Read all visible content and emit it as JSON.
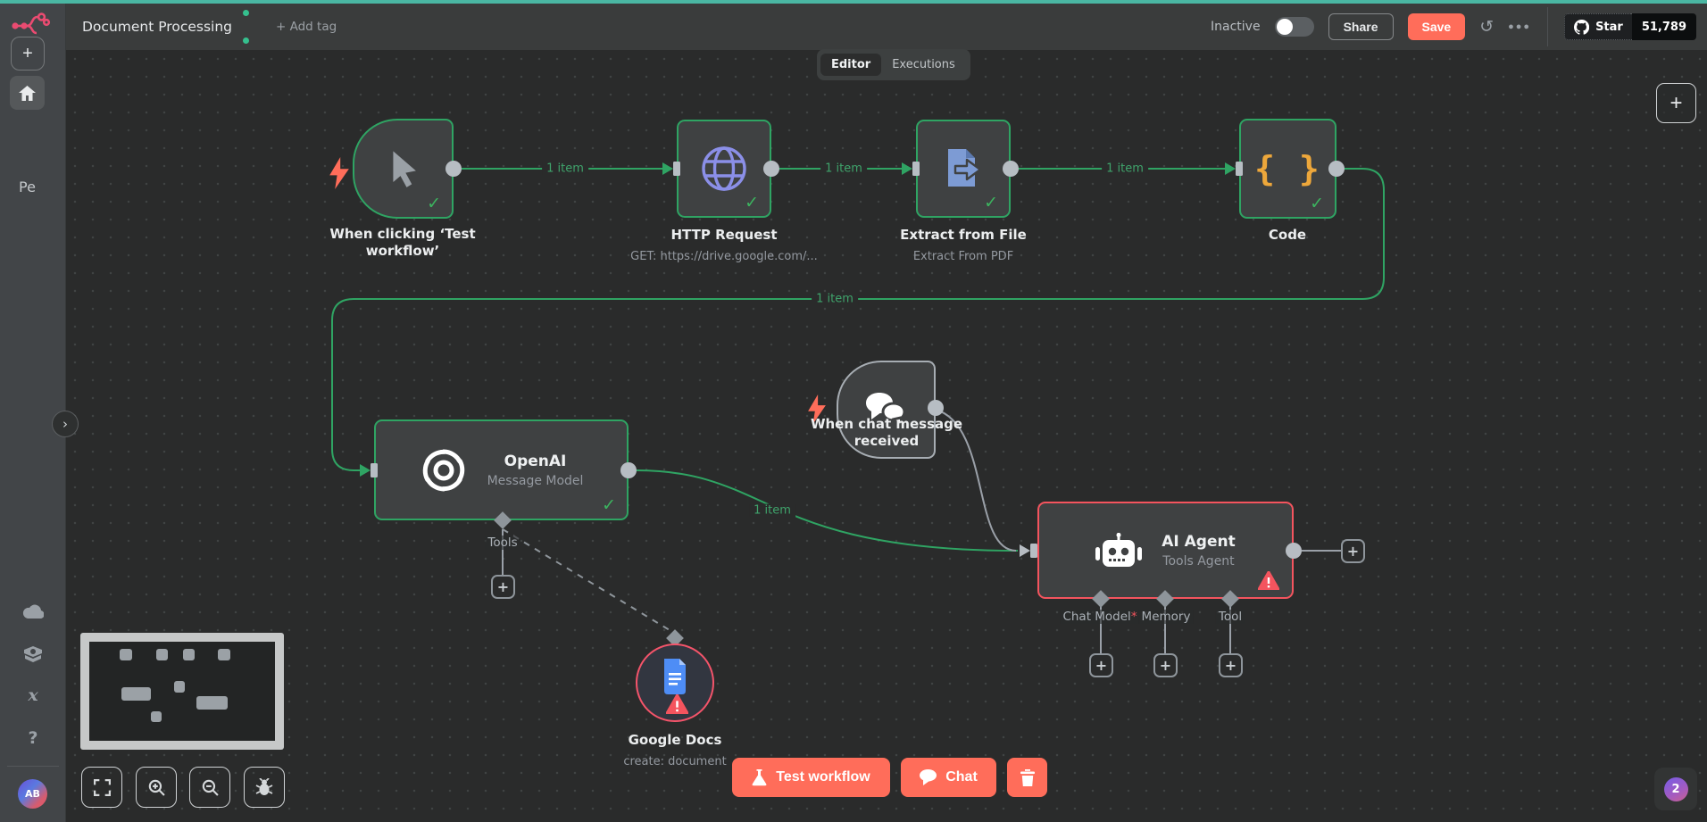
{
  "colors": {
    "accent_teal": "#4ab7a3",
    "primary_salmon": "#ff6d5a",
    "success_green": "#2fa463",
    "error_red": "#f4545e",
    "globe_purple": "#8b8fe8",
    "braces_orange": "#eda73b",
    "docs_blue": "#4e8df6"
  },
  "topbar": {
    "title": "Document Processing",
    "add_tag": "+ Add tag",
    "status_label": "Inactive",
    "share": "Share",
    "save": "Save",
    "github_star": "Star",
    "github_count": "51,789"
  },
  "tabs": {
    "editor": "Editor",
    "executions": "Executions"
  },
  "sidebar": {
    "project": "Pe",
    "avatar_initials": "AB"
  },
  "nodes": {
    "manual_trigger": {
      "name": "When clicking ‘Test workflow’"
    },
    "http": {
      "name": "HTTP Request",
      "subtitle": "GET: https://drive.google.com/..."
    },
    "extract": {
      "name": "Extract from File",
      "subtitle": "Extract From PDF"
    },
    "code": {
      "name": "Code"
    },
    "openai": {
      "name": "OpenAI",
      "subtitle": "Message Model"
    },
    "chat_trigger": {
      "name": "When chat message received"
    },
    "agent": {
      "name": "AI Agent",
      "subtitle": "Tools Agent"
    },
    "gdocs": {
      "name": "Google Docs",
      "subtitle": "create: document"
    }
  },
  "edges": {
    "label": "1 item"
  },
  "ports": {
    "tools": "Tools",
    "chat_model": "Chat Model",
    "required_star": "*",
    "memory": "Memory",
    "tool": "Tool"
  },
  "footer": {
    "test_workflow": "Test workflow",
    "chat": "Chat"
  },
  "badge": {
    "count": "2"
  }
}
